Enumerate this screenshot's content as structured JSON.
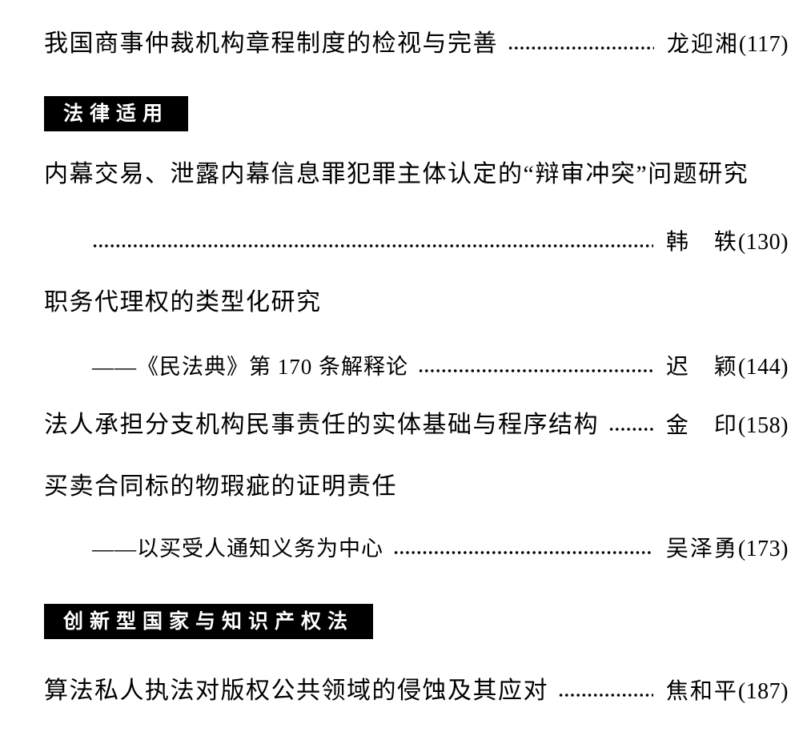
{
  "colors": {
    "page_background": "#ffffff",
    "text": "#000000",
    "section_box_background": "#000000",
    "section_box_text": "#ffffff"
  },
  "toc": {
    "entries": [
      {
        "type": "article",
        "title": "我国商事仲裁机构章程制度的检视与完善",
        "author": "龙迎湘",
        "page": "(117)"
      },
      {
        "type": "section",
        "label": "法律适用"
      },
      {
        "type": "title_only",
        "title": "内幕交易、泄露内幕信息罪犯罪主体认定的“辩审冲突”问题研究"
      },
      {
        "type": "continuation",
        "author": "韩　轶",
        "page": "(130)"
      },
      {
        "type": "title_only",
        "title": "职务代理权的类型化研究"
      },
      {
        "type": "subtitle",
        "subtitle": "——《民法典》第 170 条解释论",
        "author": "迟　颖",
        "page": "(144)"
      },
      {
        "type": "article",
        "title": "法人承担分支机构民事责任的实体基础与程序结构",
        "author": "金　印",
        "page": "(158)"
      },
      {
        "type": "title_only",
        "title": "买卖合同标的物瑕疵的证明责任"
      },
      {
        "type": "subtitle",
        "subtitle": "——以买受人通知义务为中心",
        "author": "吴泽勇",
        "page": "(173)"
      },
      {
        "type": "section",
        "label": "创新型国家与知识产权法"
      },
      {
        "type": "article",
        "title": "算法私人执法对版权公共领域的侵蚀及其应对",
        "author": "焦和平",
        "page": "(187)"
      }
    ]
  }
}
